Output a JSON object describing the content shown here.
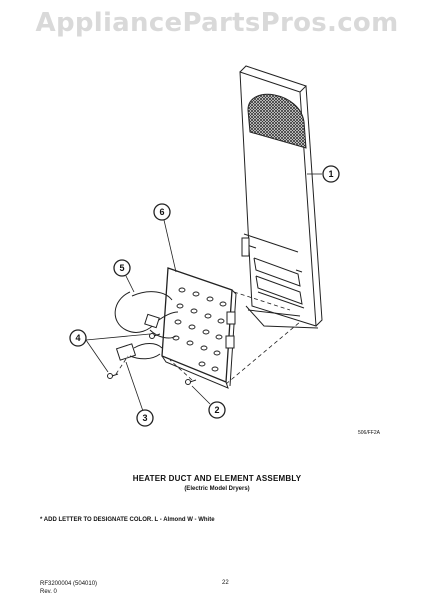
{
  "watermark": "AppliancePartsPros.com",
  "title": "HEATER DUCT AND ELEMENT ASSEMBLY",
  "subtitle": "(Electric Model Dryers)",
  "note": "* ADD LETTER TO DESIGNATE COLOR.  L - Almond  W - White",
  "drawing_code": "506/FF2A",
  "footer": {
    "doc_number": "RF3200004  (504010)",
    "revision": "Rev. 0",
    "page_number": "22"
  },
  "callouts": [
    "1",
    "2",
    "3",
    "4",
    "5",
    "6"
  ],
  "colors": {
    "line": "#222222",
    "watermark": "#d9d9d9",
    "background": "#ffffff"
  }
}
